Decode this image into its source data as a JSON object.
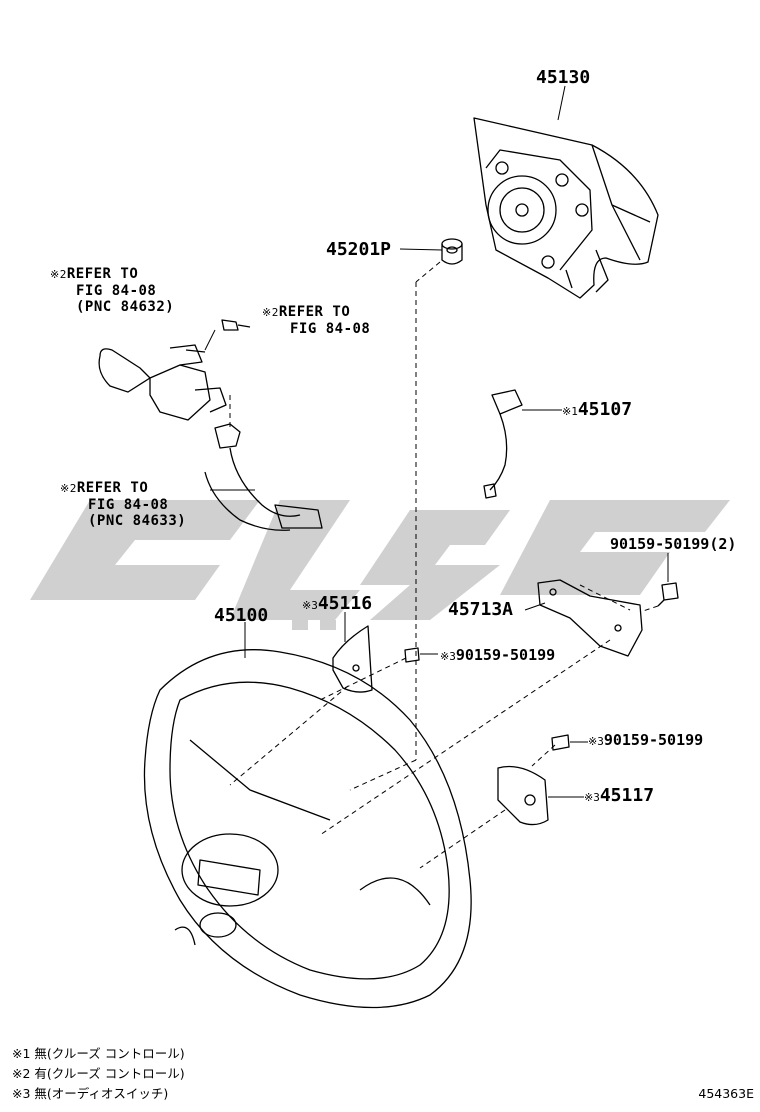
{
  "diagram": {
    "callouts": {
      "p45130": {
        "pnc": "45130"
      },
      "p45201p": {
        "pnc": "45201P"
      },
      "p45107": {
        "mark": "※1",
        "pnc": "45107"
      },
      "p90159_top": {
        "pnc": "90159-50199(2)"
      },
      "p45713a": {
        "pnc": "45713A"
      },
      "p45116": {
        "mark": "※3",
        "pnc": "45116"
      },
      "p45100": {
        "pnc": "45100"
      },
      "p90159_mid": {
        "mark": "※3",
        "pnc": "90159-50199"
      },
      "p90159_low": {
        "mark": "※3",
        "pnc": "90159-50199"
      },
      "p45117": {
        "mark": "※3",
        "pnc": "45117"
      }
    },
    "refer_notes": {
      "ref1": {
        "mark": "※2",
        "line1": "REFER TO",
        "line2": "FIG 84-08",
        "line3": "(PNC 84632)"
      },
      "ref2": {
        "mark": "※2",
        "line1": "REFER TO",
        "line2": "FIG 84-08"
      },
      "ref3": {
        "mark": "※2",
        "line1": "REFER TO",
        "line2": "FIG 84-08",
        "line3": "(PNC 84633)"
      }
    },
    "legend": [
      "※1 無(クルーズ コントロール)",
      "※2 有(クルーズ コントロール)",
      "※3 無(オーディオスイッチ)"
    ],
    "figure_number": "454363E"
  }
}
